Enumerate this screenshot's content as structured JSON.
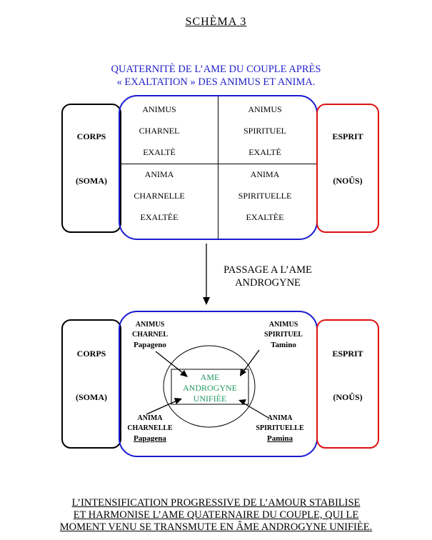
{
  "title": "SCHÈMA 3",
  "subtitle": {
    "line1": "QUATERNITÈ DE L’AME DU COUPLE APRÈS",
    "line2": "« EXALTATION » DES ANIMUS ET ANIMA."
  },
  "top_diagram": {
    "left_box": {
      "label1": "CORPS",
      "label2": "(SOMA)"
    },
    "right_box": {
      "label1": "ESPRIT",
      "label2": "(NOÛS)"
    },
    "quadrants": {
      "top_left": [
        "ANIMUS",
        "CHARNEL",
        "EXALTÈ"
      ],
      "top_right": [
        "ANIMUS",
        "SPIRITUEL",
        "EXALTÈ"
      ],
      "bottom_left": [
        "ANIMA",
        "CHARNELLE",
        "EXALTÈE"
      ],
      "bottom_right": [
        "ANIMA",
        "SPIRITUELLE",
        "EXALTÈE"
      ]
    }
  },
  "passage": {
    "line1": "PASSAGE  A  L’AME",
    "line2": "ANDROGYNE"
  },
  "bottom_diagram": {
    "left_box": {
      "label1": "CORPS",
      "label2": "(SOMA)"
    },
    "right_box": {
      "label1": "ESPRIT",
      "label2": "(NOÛS)"
    },
    "animus_charnel": {
      "line1": "ANIMUS",
      "line2": "CHARNEL",
      "name": "Papageno"
    },
    "animus_spirituel": {
      "line1": "ANIMUS",
      "line2": "SPIRITUEL",
      "name": "Tamino"
    },
    "anima_charnelle": {
      "line1": "ANIMA",
      "line2": "CHARNELLE",
      "name": "Papagena"
    },
    "anima_spirituelle": {
      "line1": "ANIMA",
      "line2": "SPIRITUELLE",
      "name": "Pamina"
    },
    "center": {
      "line1": "AME",
      "line2": "ANDROGYNE",
      "line3": "UNIFIÈE"
    }
  },
  "footer": {
    "line1": "L’INTENSIFICATION PROGRESSIVE DE L’AMOUR STABILISE",
    "line2": "ET HARMONISE L’AME QUATERNAIRE DU COUPLE, QUI LE",
    "line3": "MOMENT VENU SE TRANSMUTE EN ÂME ANDROGYNE UNIFIÈE."
  },
  "colors": {
    "blue": "#1a1ad0",
    "red": "#dd1111",
    "green": "#229966",
    "black": "#000000"
  }
}
